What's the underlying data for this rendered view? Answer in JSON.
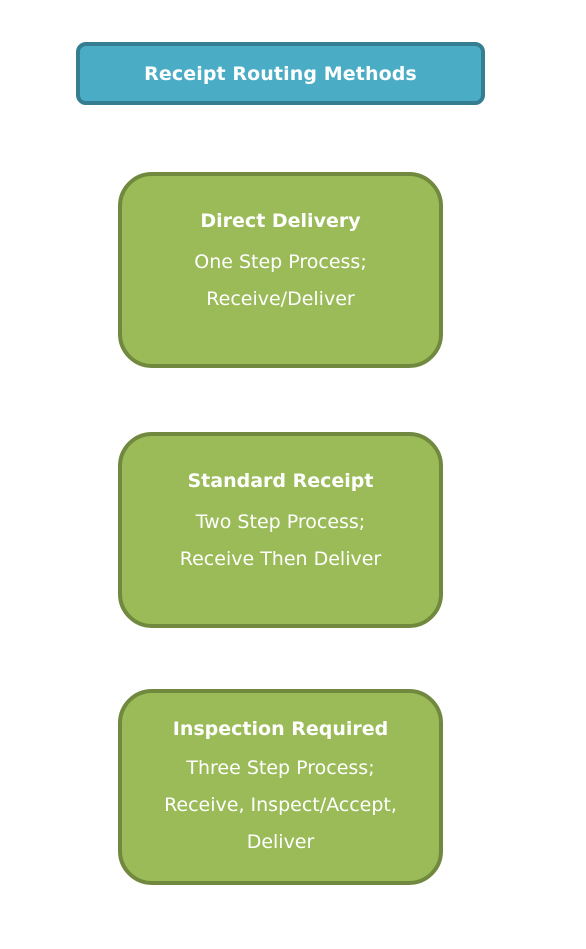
{
  "header": {
    "title": "Receipt Routing Methods"
  },
  "methods": [
    {
      "title": "Direct Delivery",
      "description_lines": [
        "One Step Process;",
        "Receive/Deliver"
      ]
    },
    {
      "title": "Standard Receipt",
      "description_lines": [
        "Two Step Process;",
        "Receive Then Deliver"
      ]
    },
    {
      "title": "Inspection Required",
      "description_lines": [
        "Three Step Process;",
        "Receive, Inspect/Accept,",
        "Deliver"
      ]
    }
  ],
  "colors": {
    "header_fill": "#4bacc6",
    "header_border": "#357d91",
    "method_fill": "#9bbb59",
    "method_border": "#71893f",
    "text": "#ffffff"
  }
}
